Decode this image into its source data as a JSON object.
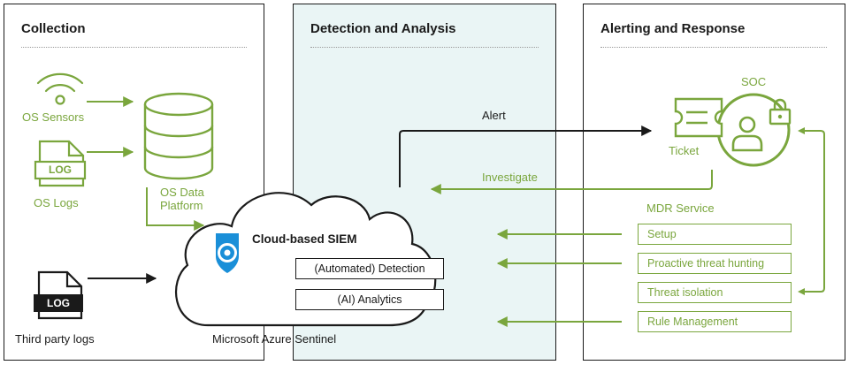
{
  "colors": {
    "accent_green": "#7aa63d",
    "panel_highlight": "#eaf5f5",
    "stroke": "#1a1a1a",
    "azure_blue": "#1a8fd8"
  },
  "panels": {
    "collection": {
      "title": "Collection"
    },
    "detection": {
      "title": "Detection and Analysis"
    },
    "alerting": {
      "title": "Alerting and Response"
    }
  },
  "collection": {
    "os_sensors": "OS Sensors",
    "log_badge": "LOG",
    "os_logs": "OS Logs",
    "os_data_platform_line1": "OS Data",
    "os_data_platform_line2": "Platform",
    "third_party_log_badge": "LOG",
    "third_party_logs": "Third party logs"
  },
  "siem": {
    "title": "Cloud-based SIEM",
    "detection": "(Automated) Detection",
    "analytics": "(AI) Analytics",
    "caption": "Microsoft Azure Sentinel"
  },
  "flows": {
    "alert": "Alert",
    "investigate": "Investigate"
  },
  "soc": {
    "label": "SOC",
    "ticket": "Ticket",
    "mdr_title": "MDR Service",
    "services": [
      "Setup",
      "Proactive threat hunting",
      "Threat isolation",
      "Rule Management"
    ]
  },
  "icons": [
    "wifi-sensor-icon",
    "log-file-icon",
    "database-icon",
    "cloud-icon",
    "azure-sentinel-shield-icon",
    "ticket-icon",
    "user-icon",
    "lock-icon"
  ]
}
